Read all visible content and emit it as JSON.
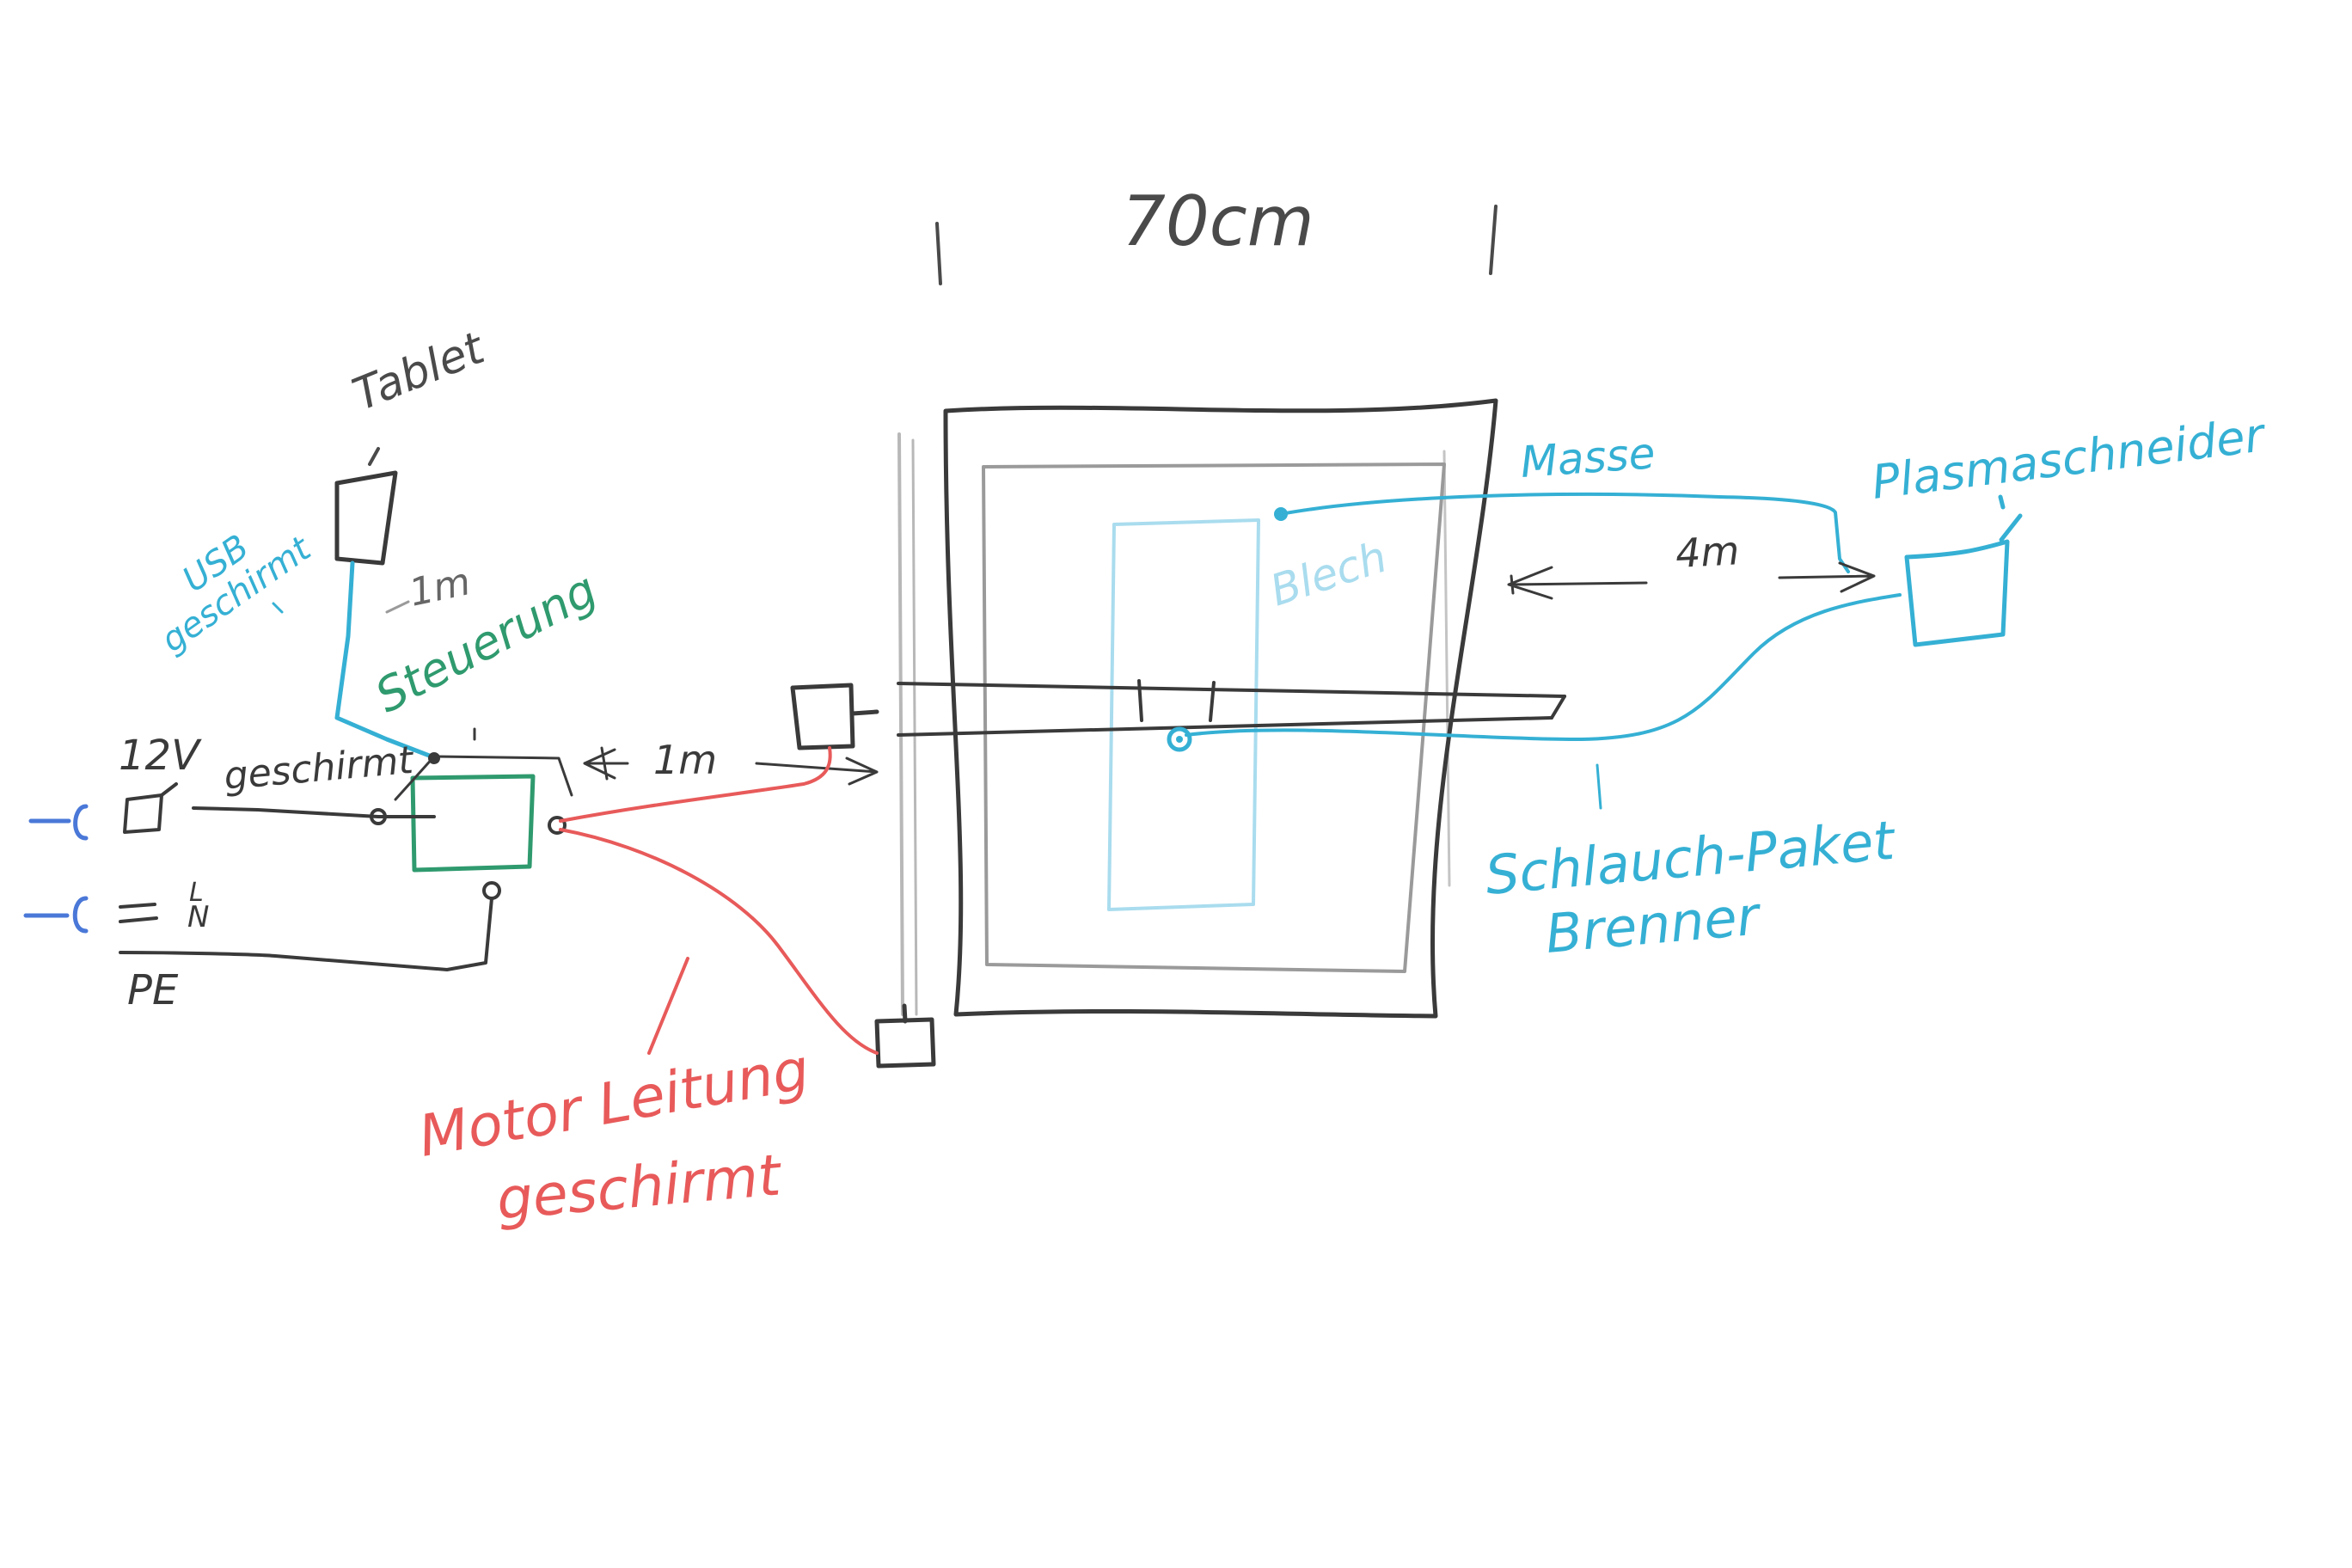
{
  "colors": {
    "background": "#ffffff",
    "ink": "#3a3a3a",
    "ink_light": "#9a9a9a",
    "cyan": "#35b0d4",
    "cyan_light": "#a9dcee",
    "green": "#2f9a6e",
    "red": "#e85a5a",
    "blue": "#4a78d8"
  },
  "labels": {
    "width": "70cm",
    "tablet": "Tablet",
    "usb": "USB",
    "usb_shielded": "geschirmt",
    "tablet_distance": "1m",
    "controller": "Steuerung",
    "supply_12v": "12V",
    "shielded": "geschirmt",
    "motor_distance": "1m",
    "phase": "L",
    "neutral": "N",
    "protective_earth": "PE",
    "motor_cable": "Motor Leitung",
    "motor_cable_shielded": "geschirmt",
    "ground": "Masse",
    "sheet": "Blech",
    "plasma_cutter": "Plasmaschneider",
    "plasma_distance": "4m",
    "hose_package": "Schlauch-Paket",
    "burner": "Brenner"
  }
}
